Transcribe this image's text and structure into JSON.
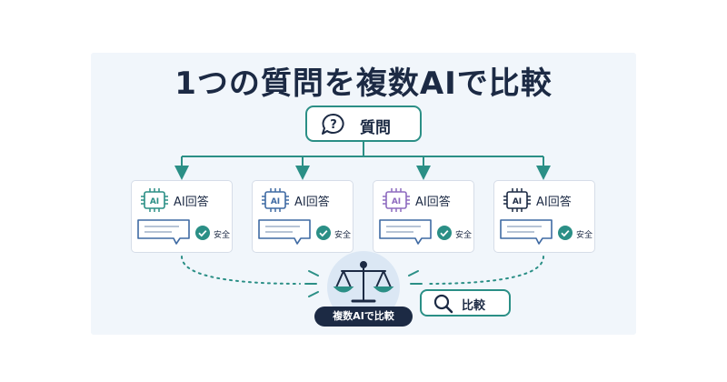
{
  "title": "1つの質問を複数AIで比較",
  "question": {
    "label": "質問",
    "icon": "question-bubble-icon"
  },
  "cards": [
    {
      "chip_label": "AI",
      "title": "AI回答",
      "badge": "安全",
      "accent": "#2b8f86"
    },
    {
      "chip_label": "AI",
      "title": "AI回答",
      "badge": "安全",
      "accent": "#3f6aa3"
    },
    {
      "chip_label": "AI",
      "title": "AI回答",
      "badge": "安全",
      "accent": "#8e6bbf"
    },
    {
      "chip_label": "AI",
      "title": "AI回答",
      "badge": "安全",
      "accent": "#1c2a44"
    }
  ],
  "center": {
    "badge": "複数AIで比較",
    "icon": "balance-scale-icon"
  },
  "compare": {
    "label": "比較",
    "icon": "magnifier-icon"
  },
  "colors": {
    "teal": "#2b8f86",
    "navy": "#1c2a44",
    "panel": "#f1f6fb",
    "card_border": "#d6dde8"
  }
}
